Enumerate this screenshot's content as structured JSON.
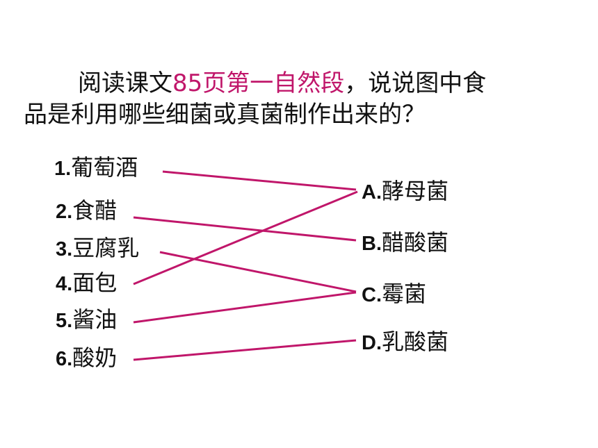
{
  "question": {
    "line1_a": "阅读课文",
    "line1_highlight": "85页第一自然段",
    "line1_b": "，说说图中食",
    "line2": "品是利用哪些细菌或真菌制作出来的？"
  },
  "foods": [
    {
      "num": "1.",
      "name": "葡萄酒"
    },
    {
      "num": "2.",
      "name": "食醋"
    },
    {
      "num": "3.",
      "name": "豆腐乳"
    },
    {
      "num": "4.",
      "name": "面包"
    },
    {
      "num": "5.",
      "name": "酱油"
    },
    {
      "num": "6.",
      "name": "酸奶"
    }
  ],
  "microbes": [
    {
      "num": "A.",
      "name": "酵母菌"
    },
    {
      "num": "B.",
      "name": "醋酸菌"
    },
    {
      "num": "C.",
      "name": "霉菌"
    },
    {
      "num": "D.",
      "name": "乳酸菌"
    }
  ],
  "matches": [
    {
      "food": "1.",
      "microbe": "A."
    },
    {
      "food": "2.",
      "microbe": "B."
    },
    {
      "food": "3.",
      "microbe": "C."
    },
    {
      "food": "4.",
      "microbe": "A."
    },
    {
      "food": "5.",
      "microbe": "C."
    },
    {
      "food": "6.",
      "microbe": "D."
    }
  ],
  "colors": {
    "accent": "#c0166a",
    "text": "#111111",
    "background": "#ffffff"
  }
}
